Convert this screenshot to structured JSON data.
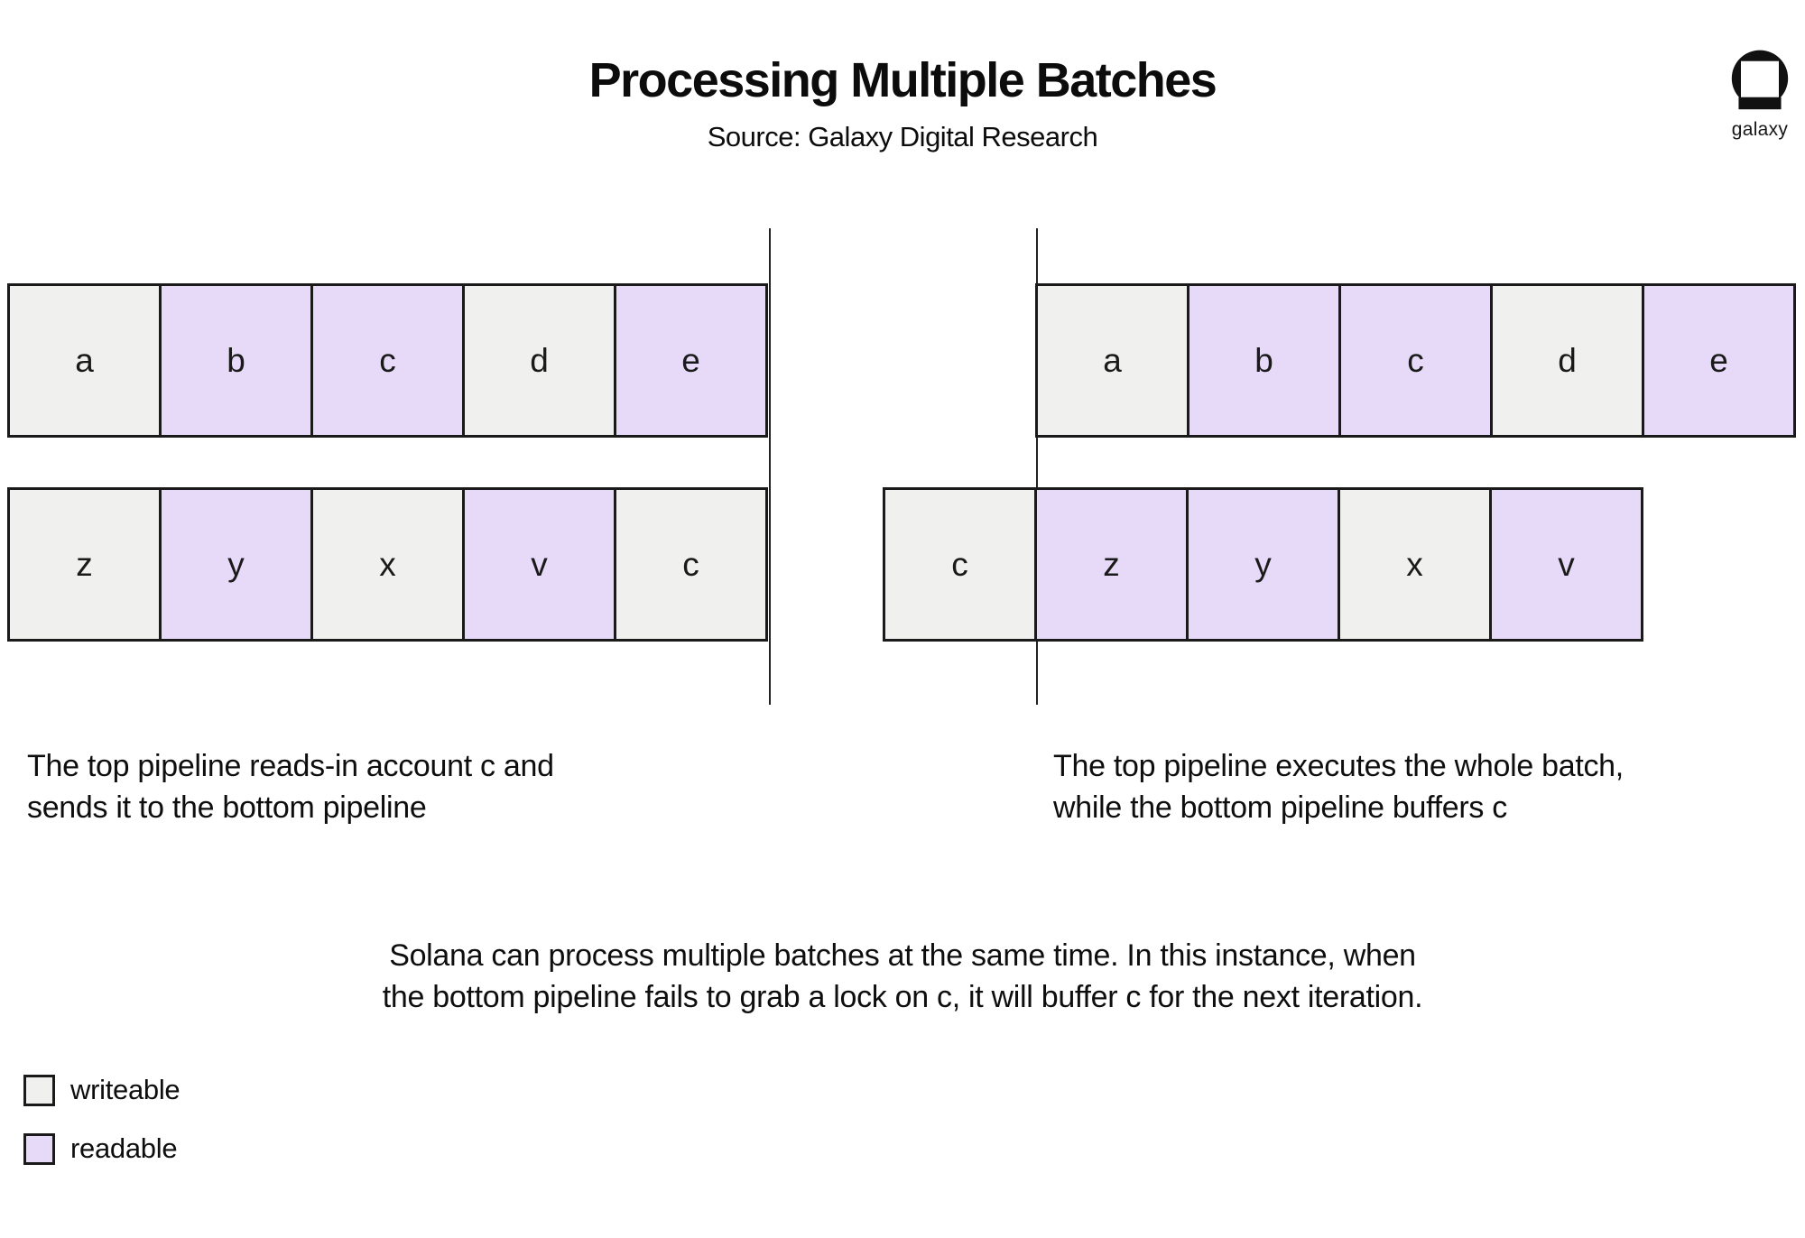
{
  "header": {
    "title": "Processing Multiple Batches",
    "subtitle": "Source: Galaxy Digital Research"
  },
  "logo": {
    "label": "galaxy"
  },
  "colors": {
    "writeable": "#f0f0ee",
    "readable": "#e7d9f8",
    "box_border": "#1a1a1a",
    "divider": "#222222",
    "text": "#111111"
  },
  "diagram": {
    "left": {
      "top_row": [
        {
          "label": "a",
          "state": "writeable"
        },
        {
          "label": "b",
          "state": "readable"
        },
        {
          "label": "c",
          "state": "readable"
        },
        {
          "label": "d",
          "state": "writeable"
        },
        {
          "label": "e",
          "state": "readable"
        }
      ],
      "bottom_row": [
        {
          "label": "z",
          "state": "writeable"
        },
        {
          "label": "y",
          "state": "readable"
        },
        {
          "label": "x",
          "state": "writeable"
        },
        {
          "label": "v",
          "state": "readable"
        },
        {
          "label": "c",
          "state": "writeable"
        }
      ],
      "caption_line1": "The top pipeline reads-in account c and",
      "caption_line2": "sends it to the bottom pipeline"
    },
    "right": {
      "top_row": [
        {
          "label": "a",
          "state": "writeable"
        },
        {
          "label": "b",
          "state": "readable"
        },
        {
          "label": "c",
          "state": "readable"
        },
        {
          "label": "d",
          "state": "writeable"
        },
        {
          "label": "e",
          "state": "readable"
        }
      ],
      "bottom_row": [
        {
          "label": "c",
          "state": "writeable"
        },
        {
          "label": "z",
          "state": "readable"
        },
        {
          "label": "y",
          "state": "readable"
        },
        {
          "label": "x",
          "state": "writeable"
        },
        {
          "label": "v",
          "state": "readable"
        }
      ],
      "caption_line1": "The top pipeline executes the whole batch,",
      "caption_line2": "while the bottom pipeline buffers c"
    }
  },
  "summary": {
    "line1": "Solana can process multiple batches at the same time. In this instance, when",
    "line2": "the bottom pipeline fails to grab a lock on c, it will buffer c for the next iteration."
  },
  "legend": {
    "items": [
      {
        "label": "writeable",
        "state": "writeable"
      },
      {
        "label": "readable",
        "state": "readable"
      }
    ]
  }
}
